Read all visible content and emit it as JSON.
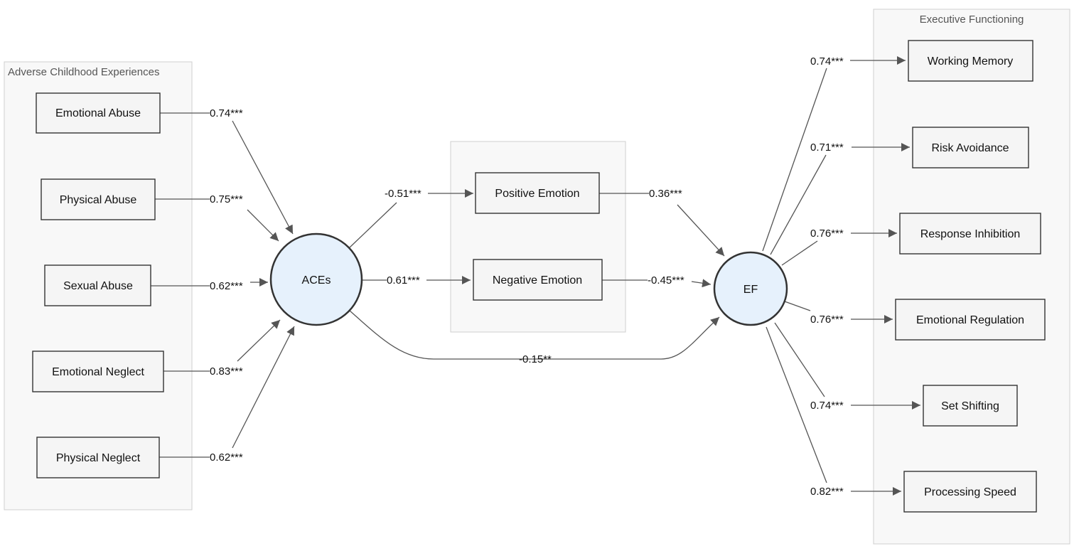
{
  "groups": {
    "aces": "Adverse Childhood Experiences",
    "ef": "Executive Functioning"
  },
  "indicators": {
    "emotional_abuse": "Emotional Abuse",
    "physical_abuse": "Physical Abuse",
    "sexual_abuse": "Sexual Abuse",
    "emotional_neglect": "Emotional Neglect",
    "physical_neglect": "Physical Neglect"
  },
  "latents": {
    "aces": "ACEs",
    "ef": "EF"
  },
  "mediators": {
    "positive": "Positive Emotion",
    "negative": "Negative Emotion"
  },
  "outcomes": {
    "working_memory": "Working Memory",
    "risk_avoidance": "Risk Avoidance",
    "response_inhibition": "Response Inhibition",
    "emotional_regulation": "Emotional Regulation",
    "set_shifting": "Set Shifting",
    "processing_speed": "Processing Speed"
  },
  "coefficients": {
    "emotional_abuse": "0.74***",
    "physical_abuse": "0.75***",
    "sexual_abuse": "0.62***",
    "emotional_neglect": "0.83***",
    "physical_neglect": "0.62***",
    "aces_positive": "-0.51***",
    "aces_negative": "0.61***",
    "positive_ef": "0.36***",
    "negative_ef": "-0.45***",
    "aces_ef_direct": "-0.15**",
    "working_memory": "0.74***",
    "risk_avoidance": "0.71***",
    "response_inhibition": "0.76***",
    "emotional_regulation": "0.76***",
    "set_shifting": "0.74***",
    "processing_speed": "0.82***"
  },
  "colors": {
    "latent_fill": "#e6f1fc",
    "group_fill": "#f8f8f8",
    "edge": "#555555"
  }
}
